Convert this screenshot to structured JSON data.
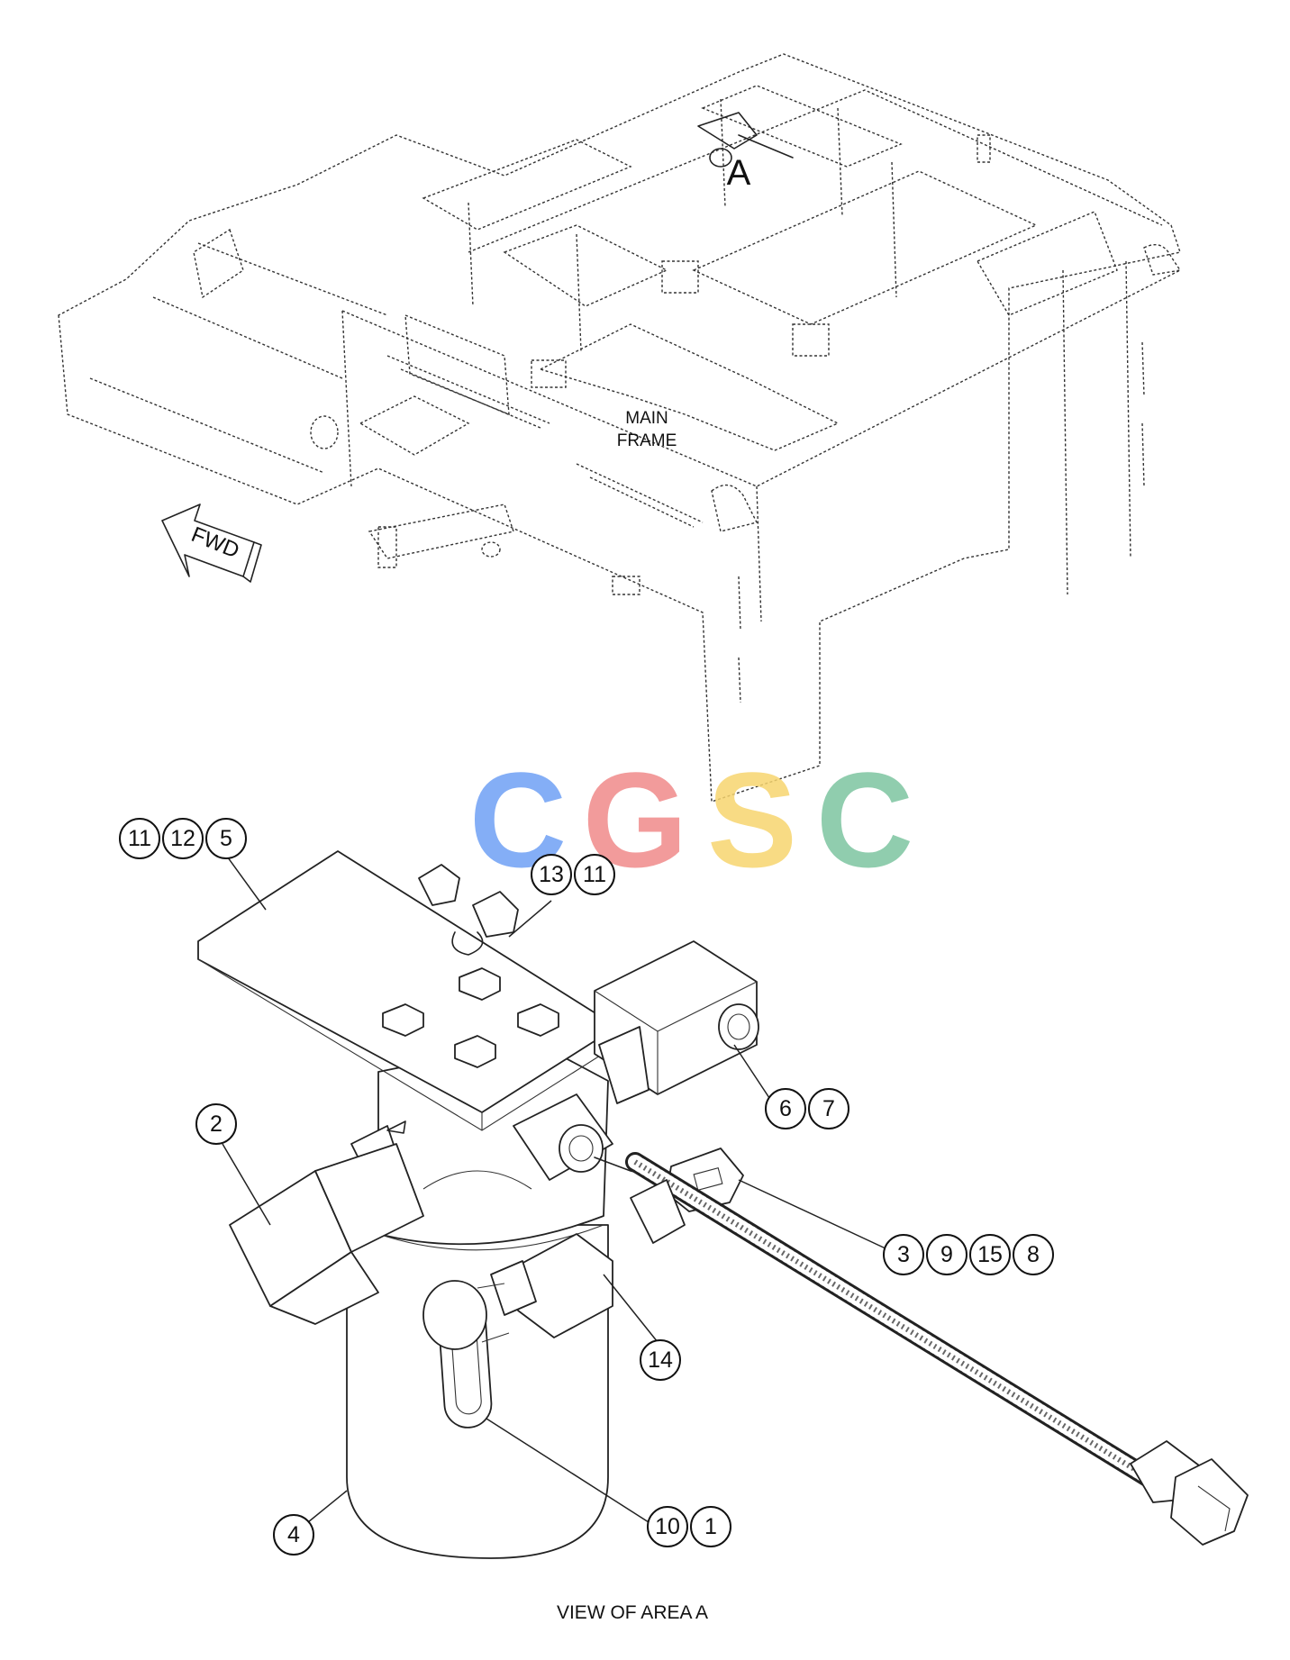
{
  "labels": {
    "area_marker": "A",
    "main_frame_line1": "MAIN",
    "main_frame_line2": "FRAME",
    "forward_arrow": "FWD",
    "view_caption": "VIEW OF AREA A"
  },
  "watermark": {
    "letters": [
      "C",
      "G",
      "S",
      "C"
    ],
    "colors": [
      "#6ea0f5",
      "#f08a8a",
      "#f7d56e",
      "#7cc4a0"
    ]
  },
  "callouts": [
    {
      "id": "group-11-12-5",
      "numbers": [
        "11",
        "12",
        "5"
      ]
    },
    {
      "id": "group-13-11",
      "numbers": [
        "13",
        "11"
      ]
    },
    {
      "id": "group-6-7",
      "numbers": [
        "6",
        "7"
      ]
    },
    {
      "id": "group-2",
      "numbers": [
        "2"
      ]
    },
    {
      "id": "group-3-9-15-8",
      "numbers": [
        "3",
        "9",
        "15",
        "8"
      ]
    },
    {
      "id": "group-14",
      "numbers": [
        "14"
      ]
    },
    {
      "id": "group-4",
      "numbers": [
        "4"
      ]
    },
    {
      "id": "group-10-1",
      "numbers": [
        "10",
        "1"
      ]
    }
  ]
}
